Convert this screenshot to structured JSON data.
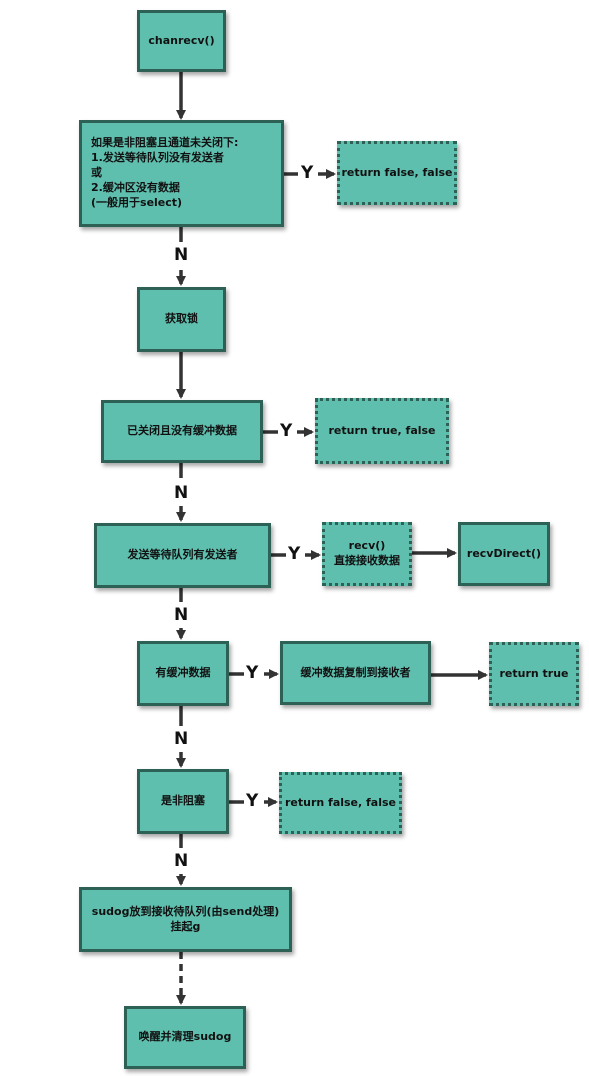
{
  "nodes": {
    "start": "chanrecv()",
    "check_nonblock": "如果是非阻塞且通道未关闭下:\n1.发送等待队列没有发送者\n或\n2.缓冲区没有数据\n(一般用于select)",
    "ret_false_false_1": "return false, false",
    "acquire_lock": "获取锁",
    "closed_empty": "已关闭且没有缓冲数据",
    "ret_true_false": "return true, false",
    "has_sender": "发送等待队列有发送者",
    "recv_direct_step": "recv()\n直接接收数据",
    "recv_direct": "recvDirect()",
    "has_buffer": "有缓冲数据",
    "copy_buffer": "缓冲数据复制到接收者",
    "ret_true": "return true",
    "is_nonblock": "是非阻塞",
    "ret_false_false_2": "return false, false",
    "sudog_park": "sudog放到接收待队列(由send处理)\n挂起g",
    "wake_cleanup": "唤醒并清理sudog"
  },
  "labels": {
    "yes": "Y",
    "no": "N"
  },
  "colors": {
    "fill": "#5fbfae",
    "border": "#2e6156",
    "arrow": "#333333"
  }
}
